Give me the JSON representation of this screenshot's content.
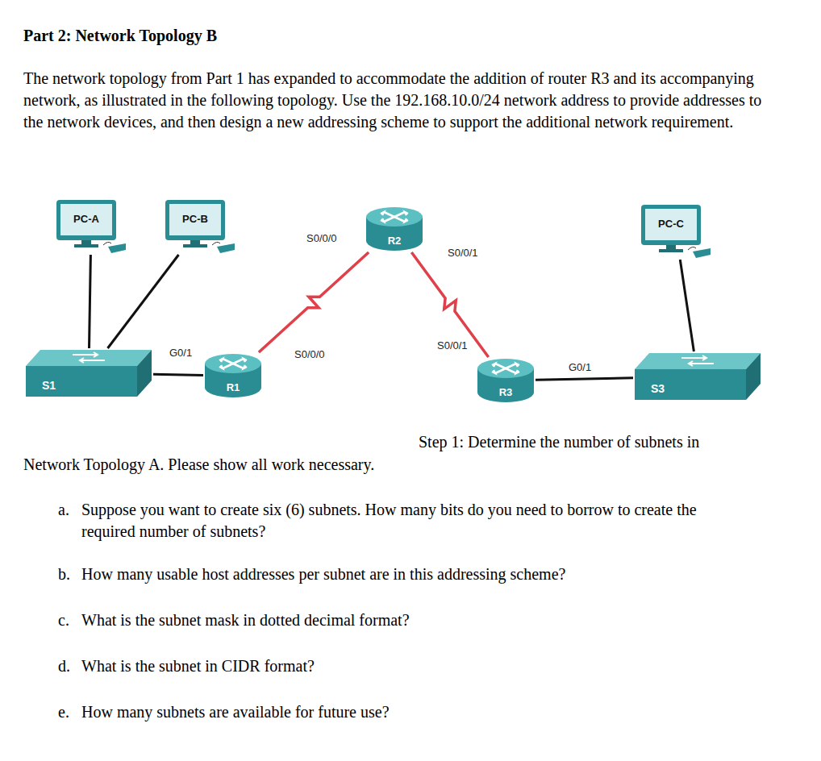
{
  "diagram": {
    "title": "Part 2: Network Topology B",
    "nodes": [
      {
        "text": [
          "PC-A"
        ]
      },
      {
        "text": [
          "PC-B"
        ]
      },
      {
        "text": [
          "R2"
        ]
      },
      {
        "text": [
          "PC-C"
        ]
      },
      {
        "text": [
          "S1"
        ]
      },
      {
        "text": [
          "R1"
        ]
      },
      {
        "text": [
          "R3"
        ]
      },
      {
        "text": [
          "S3"
        ]
      }
    ],
    "edges": [
      {
        "from": 0,
        "to": 4,
        "arrow": "none"
      },
      {
        "from": 1,
        "to": 4,
        "arrow": "none"
      },
      {
        "from": 4,
        "to": 5,
        "arrow": "none"
      },
      {
        "from": 5,
        "to": 2,
        "arrow": "none"
      },
      {
        "from": 2,
        "to": 6,
        "arrow": "none"
      },
      {
        "from": 6,
        "to": 7,
        "arrow": "none"
      },
      {
        "from": 7,
        "to": 3,
        "arrow": "none"
      }
    ],
    "labels": [
      "The network topology from Part 1 has expanded to accommodate the addition of router R3 and its accompanying network, as illustrated in the following topology. Use the 192.168.10.0/24 network address to provide addresses to the network devices, and then design a new addressing scheme to support the additional network requirement.",
      "S0/0/0",
      "S0/0/1",
      "G0/1",
      "S0/0/0",
      "S0/0/1",
      "G0/1",
      "Step 1: Determine the number of subnets in Network Topology A. Please show all work necessary.",
      "a.",
      "Suppose you want to create six (6) subnets. How many bits do you need to borrow to create the required number of subnets?",
      "b.",
      "How many usable host addresses per subnet are in this addressing scheme?",
      "c.",
      "What is the subnet mask in dotted decimal format?",
      "d.",
      "What is the subnet in CIDR format?",
      "e.",
      "How many subnets are available for future use?"
    ]
  }
}
